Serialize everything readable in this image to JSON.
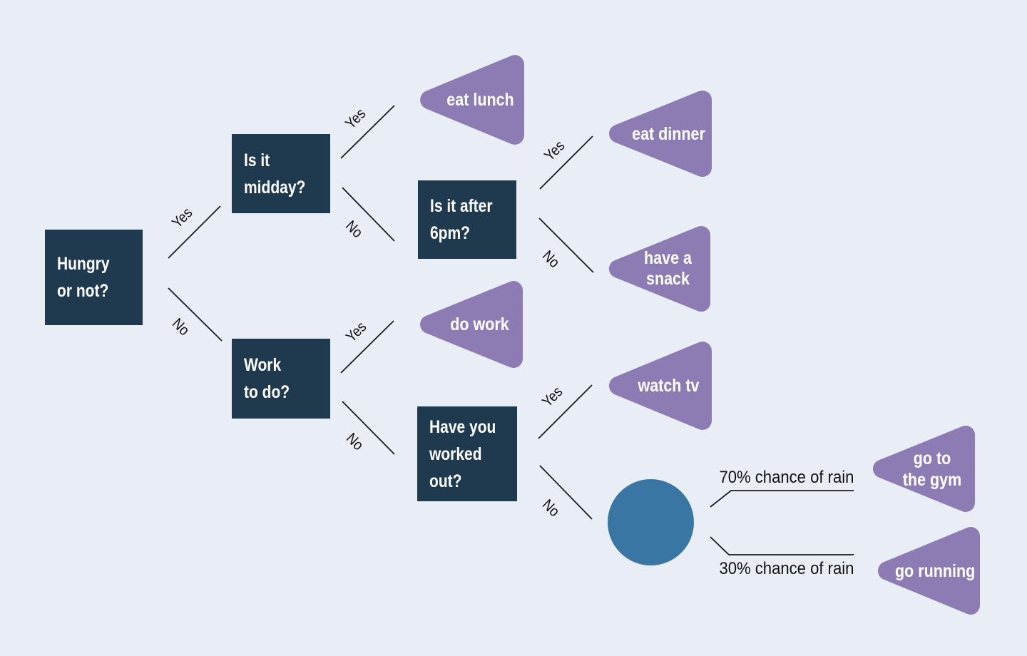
{
  "diagram": {
    "background_color": "#e9edf5",
    "palette": {
      "decision_node": "#1f3a4f",
      "outcome_node": "#8d7bb4",
      "chance_node": "#3a76a4",
      "edge_line": "#1a1a1a",
      "node_text": "#ffffff",
      "edge_text": "#111111"
    },
    "nodes": {
      "hungry": {
        "kind": "decision",
        "lines": [
          "Hungry",
          "or not?"
        ]
      },
      "midday": {
        "kind": "decision",
        "lines": [
          "Is it",
          "midday?"
        ]
      },
      "after6pm": {
        "kind": "decision",
        "lines": [
          "Is it after",
          "6pm?"
        ]
      },
      "work": {
        "kind": "decision",
        "lines": [
          "Work",
          "to do?"
        ]
      },
      "workedout": {
        "kind": "decision",
        "lines": [
          "Have you",
          "worked",
          "out?"
        ]
      },
      "eat_lunch": {
        "kind": "outcome",
        "lines": [
          "eat lunch"
        ]
      },
      "eat_dinner": {
        "kind": "outcome",
        "lines": [
          "eat dinner"
        ]
      },
      "have_snack": {
        "kind": "outcome",
        "lines": [
          "have a",
          "snack"
        ]
      },
      "do_work": {
        "kind": "outcome",
        "lines": [
          "do work"
        ]
      },
      "watch_tv": {
        "kind": "outcome",
        "lines": [
          "watch tv"
        ]
      },
      "go_gym": {
        "kind": "outcome",
        "lines": [
          "go to",
          "the gym"
        ]
      },
      "go_running": {
        "kind": "outcome",
        "lines": [
          "go running"
        ]
      },
      "rain_chance": {
        "kind": "chance"
      }
    },
    "edge_labels": {
      "hungry_yes": "Yes",
      "hungry_no": "No",
      "midday_yes": "Yes",
      "midday_no": "No",
      "after6pm_yes": "Yes",
      "after6pm_no": "No",
      "work_yes": "Yes",
      "work_no": "No",
      "workedout_yes": "Yes",
      "workedout_no": "No",
      "rain_high": "70% chance of rain",
      "rain_low": "30% chance of rain"
    }
  }
}
